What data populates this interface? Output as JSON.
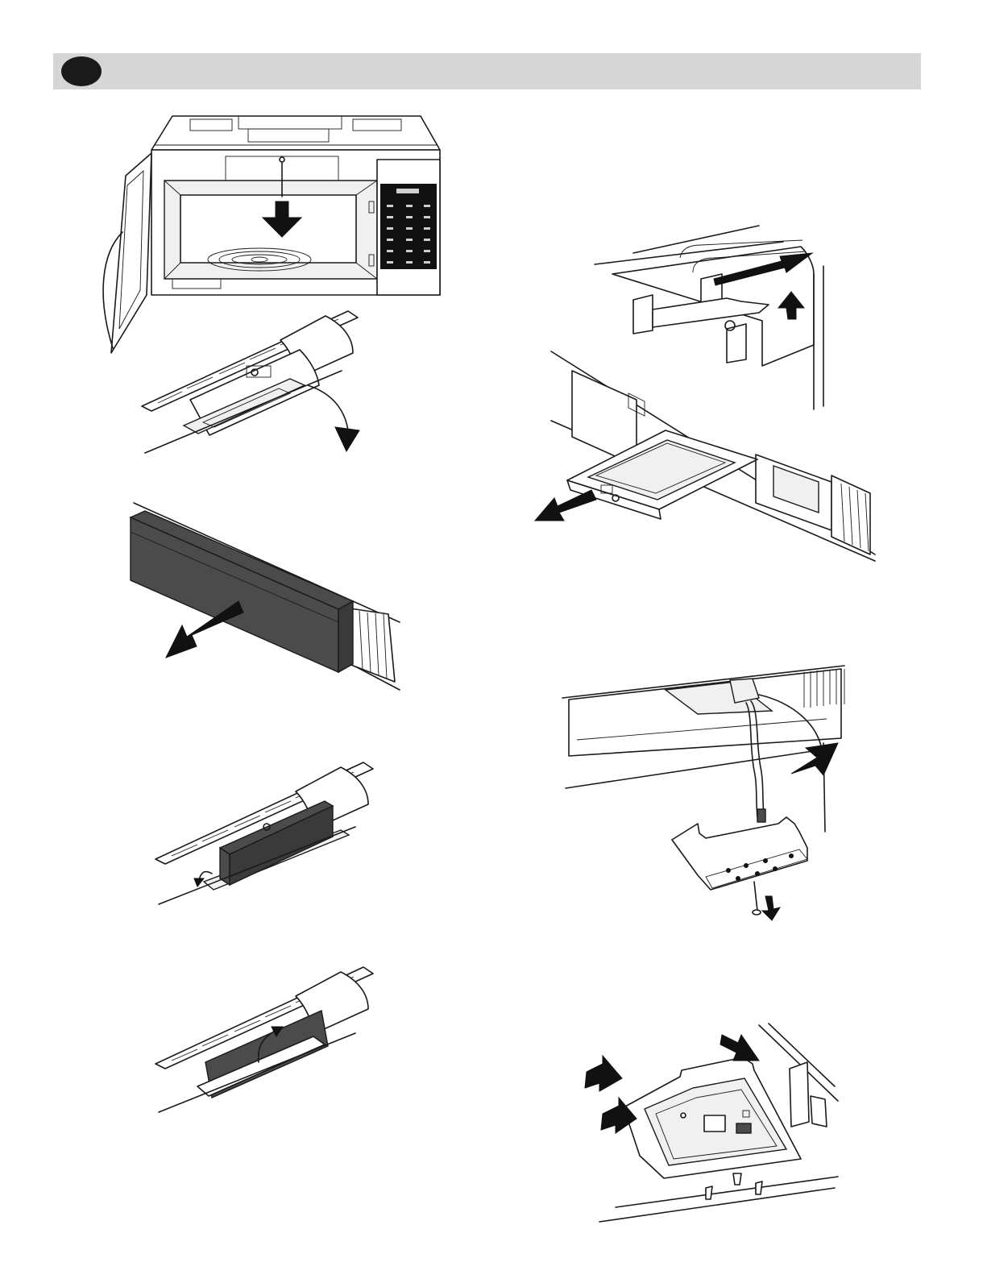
{
  "page": {
    "header": {
      "background": "#d6d6d6",
      "marker": "black-circle"
    }
  },
  "figures": [
    {
      "id": "microwave-overview",
      "icon": "microwave-with-open-door-and-screw-arrow"
    },
    {
      "id": "open-filter-cover",
      "icon": "vent-cover-swing-down-arrow"
    },
    {
      "id": "remove-charcoal-filter",
      "icon": "charcoal-filter-pull-out-arrow"
    },
    {
      "id": "insert-filter",
      "icon": "filter-inserted-in-vent"
    },
    {
      "id": "close-filter-cover",
      "icon": "vent-cover-swing-up-arrow"
    },
    {
      "id": "remove-grease-filter",
      "icon": "grease-filter-slide-out-arrows"
    },
    {
      "id": "remove-light-housing",
      "icon": "light-housing-with-wires-and-screw"
    },
    {
      "id": "light-socket-tabs",
      "icon": "light-socket-housing-with-tab-arrows"
    }
  ]
}
